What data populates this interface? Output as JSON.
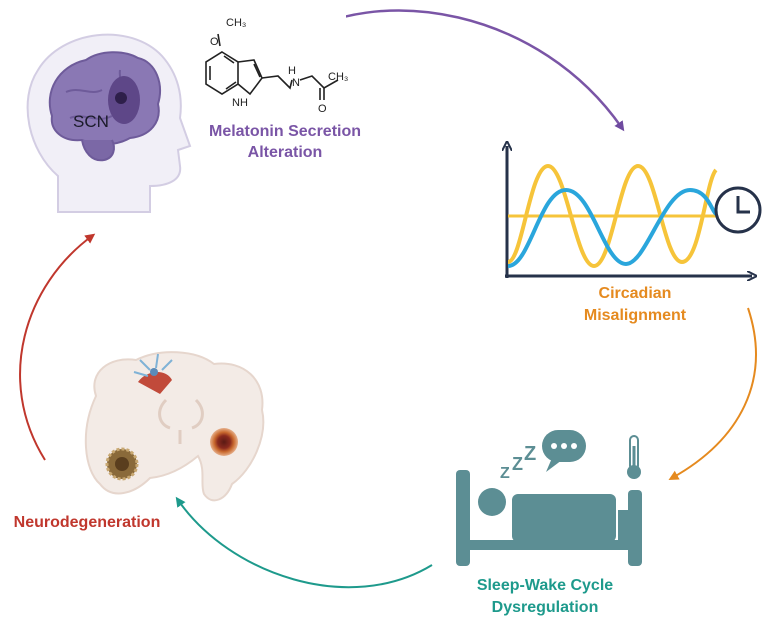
{
  "brain_head": {
    "label": "SCN"
  },
  "molecule": {
    "methyl_top": "CH₃",
    "oxygen_top": "O",
    "nitrogen_amide": "N",
    "hydrogen_amide": "H",
    "methyl_right": "CH₃",
    "oxygen_bottom": "O",
    "indole_nh": "NH"
  },
  "labels": {
    "melatonin_line1": "Melatonin Secretion",
    "melatonin_line2": "Alteration",
    "circadian_line1": "Circadian",
    "circadian_line2": "Misalignment",
    "sleep_line1": "Sleep-Wake Cycle",
    "sleep_line2": "Dysregulation",
    "neuro": "Neurodegeneration"
  },
  "sleep_icon": {
    "z1": "Z",
    "z2": "Z",
    "z3": "Z"
  },
  "colors": {
    "purple": "#7a55a6",
    "orange": "#e58a1f",
    "teal": "#1e9a8c",
    "red": "#c0372d",
    "bed": "#5c8e94",
    "wave_yellow": "#f6c43a",
    "wave_blue": "#2aa6dc"
  }
}
